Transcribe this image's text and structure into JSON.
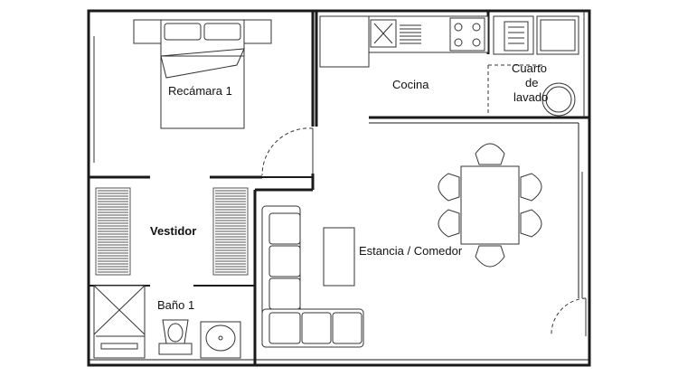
{
  "plan": {
    "rooms": {
      "bedroom": "Recámara 1",
      "kitchen": "Cocina",
      "laundry_line1": "Cuarto",
      "laundry_line2": "de",
      "laundry_line3": "lavado",
      "closet": "Vestidor",
      "bath": "Baño 1",
      "living_dining": "Estancia / Comedor"
    },
    "colors": {
      "wall": "#1a1a1a",
      "line": "#333333",
      "hatch": "#555555",
      "background": "#ffffff"
    }
  }
}
